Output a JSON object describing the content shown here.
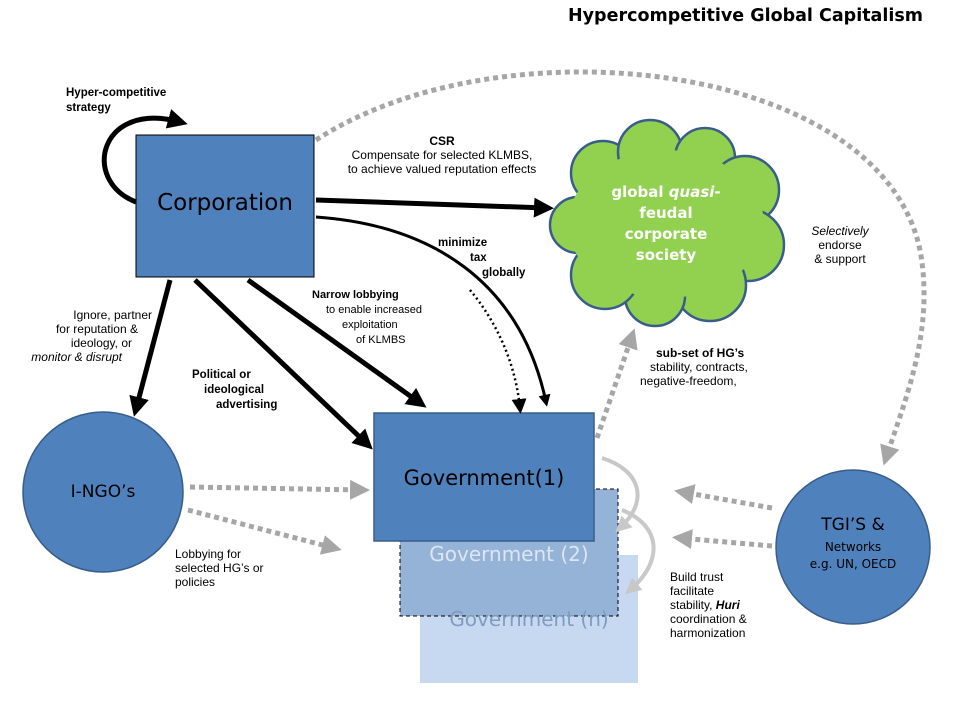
{
  "title": "Hypercompetitive Global Capitalism",
  "nodes": {
    "corporation": "Corporation",
    "government1": "Government(1)",
    "government2": "Government (2)",
    "governmentn": "Government (n)",
    "ingos": "I-NGO’s",
    "tgis": {
      "title": "TGI’S &",
      "line2": "Networks",
      "line3": "e.g. UN, OECD"
    },
    "cloud": {
      "line1_pre": "global ",
      "line1_em": "quasi",
      "line1_post": "-",
      "line2": "feudal",
      "line3": "corporate",
      "line4": "society"
    }
  },
  "labels": {
    "hyper_strategy": [
      "Hyper-competitive",
      "strategy"
    ],
    "csr": {
      "heading": "CSR",
      "line1": "Compensate  for selected  KLMBS,",
      "line2": "to achieve valued reputation  effects"
    },
    "min_tax": [
      "minimize",
      "tax",
      "globally"
    ],
    "narrow_lobbying": [
      "Narrow lobbying",
      "to enable increased",
      "exploitation",
      "of KLMBS"
    ],
    "political": [
      "Political  or",
      "ideological",
      "advertising"
    ],
    "ignore": {
      "line1": "Ignore,  partner",
      "line2": "for reputation  &",
      "line3": "ideology, or",
      "line4": "monitor & disrupt"
    },
    "lobbying_selected": [
      "Lobbying  for",
      "selected HG’s  or",
      "policies"
    ],
    "subset": {
      "heading": "sub-set of HG’s",
      "line1": "stability, contracts,",
      "line2": "negative-freedom,"
    },
    "selectively": {
      "line1": "Selectively",
      "line2": "endorse",
      "line3": "& support"
    },
    "build_trust": {
      "line1": "Build trust",
      "line2": "facilitate",
      "line3_pre": "stability, ",
      "line3_em": "Huri",
      "line4": "coordination &",
      "line5": "harmonization"
    }
  },
  "colors": {
    "blue_box": "#4f81bd",
    "blue_border": "#385d8a",
    "cloud_green": "#92d050",
    "gov2_fill": "#95b3d7",
    "govn_fill": "#c6d9f1",
    "dashed_arrow": "#a6a6a6",
    "gray_curve": "#c8c8c8"
  }
}
